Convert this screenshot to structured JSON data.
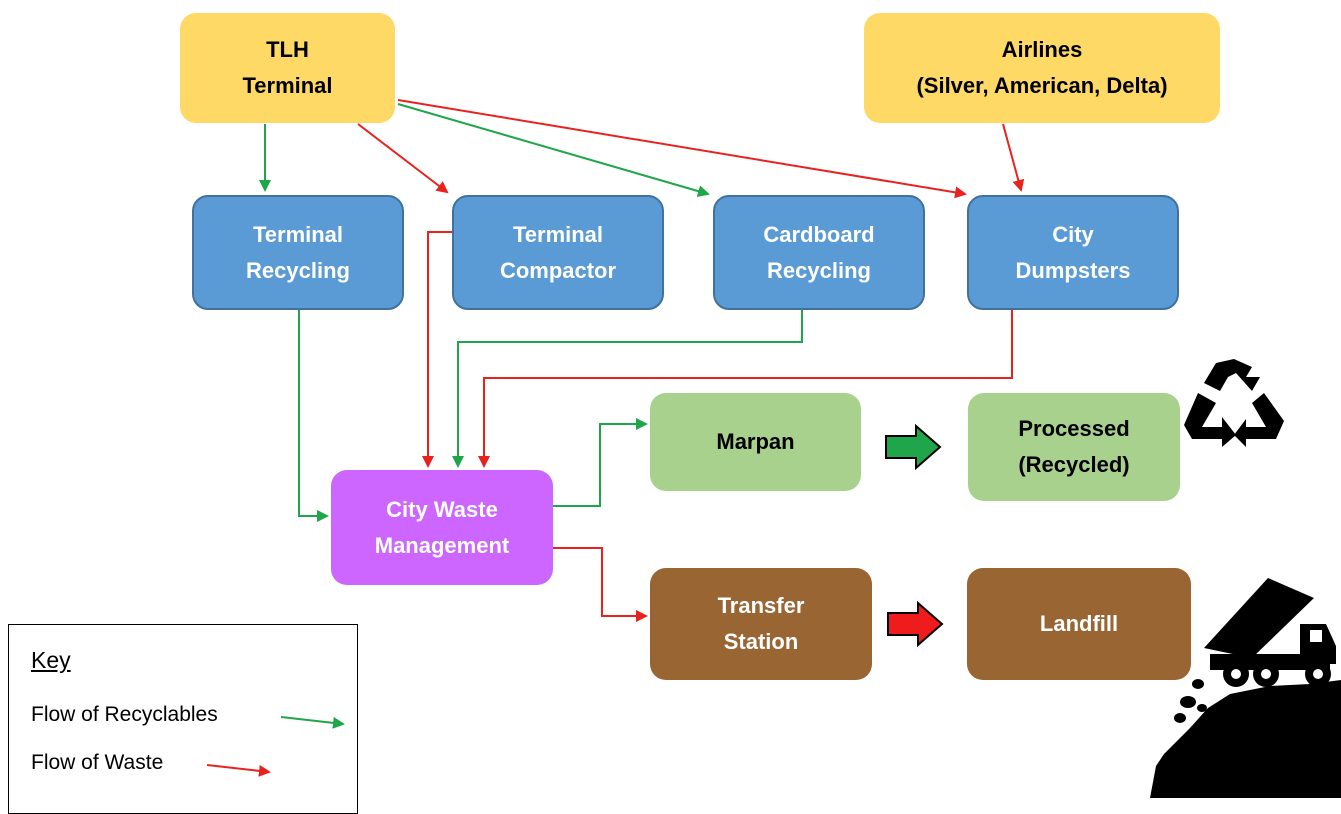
{
  "colors": {
    "recyclable_flow": "#1FA64A",
    "waste_flow": "#E8231F",
    "source_fill": "#FFD966",
    "bin_fill": "#5B9BD5",
    "management_fill": "#CC66FF",
    "recycling_fill": "#A9D18E",
    "disposal_fill": "#996633"
  },
  "nodes": {
    "tlh": {
      "line1": "TLH",
      "line2": "Terminal"
    },
    "airlines": {
      "line1": "Airlines",
      "line2": "(Silver, American, Delta)"
    },
    "terminal_recycling": {
      "line1": "Terminal",
      "line2": "Recycling"
    },
    "terminal_compactor": {
      "line1": "Terminal",
      "line2": "Compactor"
    },
    "cardboard_recycling": {
      "line1": "Cardboard",
      "line2": "Recycling"
    },
    "city_dumpsters": {
      "line1": "City",
      "line2": "Dumpsters"
    },
    "city_waste": {
      "line1": "City Waste",
      "line2": "Management"
    },
    "marpan": {
      "line1": "Marpan"
    },
    "processed": {
      "line1": "Processed",
      "line2": "(Recycled)"
    },
    "transfer": {
      "line1": "Transfer",
      "line2": "Station"
    },
    "landfill": {
      "line1": "Landfill"
    }
  },
  "edges": [
    {
      "from": "tlh",
      "to": "terminal_recycling",
      "flow": "recyclables"
    },
    {
      "from": "tlh",
      "to": "terminal_compactor",
      "flow": "waste"
    },
    {
      "from": "tlh",
      "to": "cardboard_recycling",
      "flow": "recyclables"
    },
    {
      "from": "tlh",
      "to": "city_dumpsters",
      "flow": "waste"
    },
    {
      "from": "airlines",
      "to": "city_dumpsters",
      "flow": "waste"
    },
    {
      "from": "terminal_recycling",
      "to": "city_waste",
      "flow": "recyclables"
    },
    {
      "from": "terminal_compactor",
      "to": "city_waste",
      "flow": "waste"
    },
    {
      "from": "cardboard_recycling",
      "to": "city_waste",
      "flow": "recyclables"
    },
    {
      "from": "city_dumpsters",
      "to": "city_waste",
      "flow": "waste"
    },
    {
      "from": "city_waste",
      "to": "marpan",
      "flow": "recyclables"
    },
    {
      "from": "city_waste",
      "to": "transfer",
      "flow": "waste"
    },
    {
      "from": "marpan",
      "to": "processed",
      "flow": "recyclables"
    },
    {
      "from": "transfer",
      "to": "landfill",
      "flow": "waste"
    }
  ],
  "icons": {
    "recycle": "recycle-icon",
    "landfill": "dump-truck-landfill-icon"
  },
  "key": {
    "title": "Key",
    "recyclables_label": "Flow of Recyclables",
    "waste_label": "Flow of Waste"
  }
}
